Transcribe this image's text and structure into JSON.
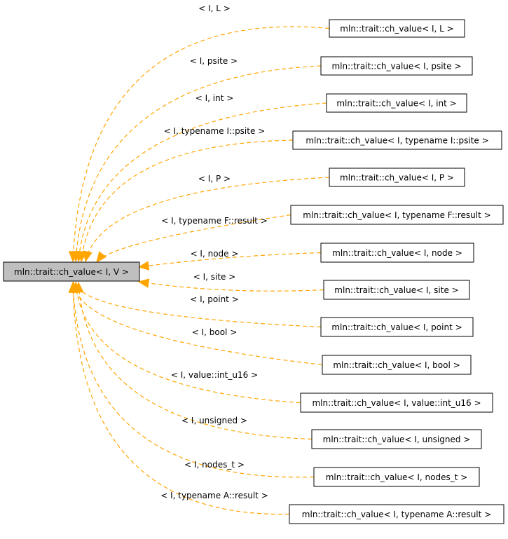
{
  "root": {
    "label": "mln::trait::ch_value< I, V >"
  },
  "edge_color": "#ffa500",
  "root_fill": "#bfbfbf",
  "children": [
    {
      "label": "mln::trait::ch_value< I, L >",
      "edge_label": "< I, L >"
    },
    {
      "label": "mln::trait::ch_value< I, psite >",
      "edge_label": "< I, psite >"
    },
    {
      "label": "mln::trait::ch_value< I, int >",
      "edge_label": "< I, int >"
    },
    {
      "label": "mln::trait::ch_value< I, typename I::psite >",
      "edge_label": "< I, typename I::psite >"
    },
    {
      "label": "mln::trait::ch_value< I, P >",
      "edge_label": "< I, P >"
    },
    {
      "label": "mln::trait::ch_value< I, typename F::result >",
      "edge_label": "< I, typename F::result >"
    },
    {
      "label": "mln::trait::ch_value< I, node >",
      "edge_label": "< I, node >"
    },
    {
      "label": "mln::trait::ch_value< I, site >",
      "edge_label": "< I, site >"
    },
    {
      "label": "mln::trait::ch_value< I, point >",
      "edge_label": "< I, point >"
    },
    {
      "label": "mln::trait::ch_value< I, bool >",
      "edge_label": "< I, bool >"
    },
    {
      "label": "mln::trait::ch_value< I, value::int_u16 >",
      "edge_label": "< I, value::int_u16 >"
    },
    {
      "label": "mln::trait::ch_value< I, unsigned >",
      "edge_label": "< I, unsigned >"
    },
    {
      "label": "mln::trait::ch_value< I, nodes_t >",
      "edge_label": "< I, nodes_t >"
    },
    {
      "label": "mln::trait::ch_value< I, typename A::result >",
      "edge_label": "< I, typename A::result >"
    }
  ]
}
